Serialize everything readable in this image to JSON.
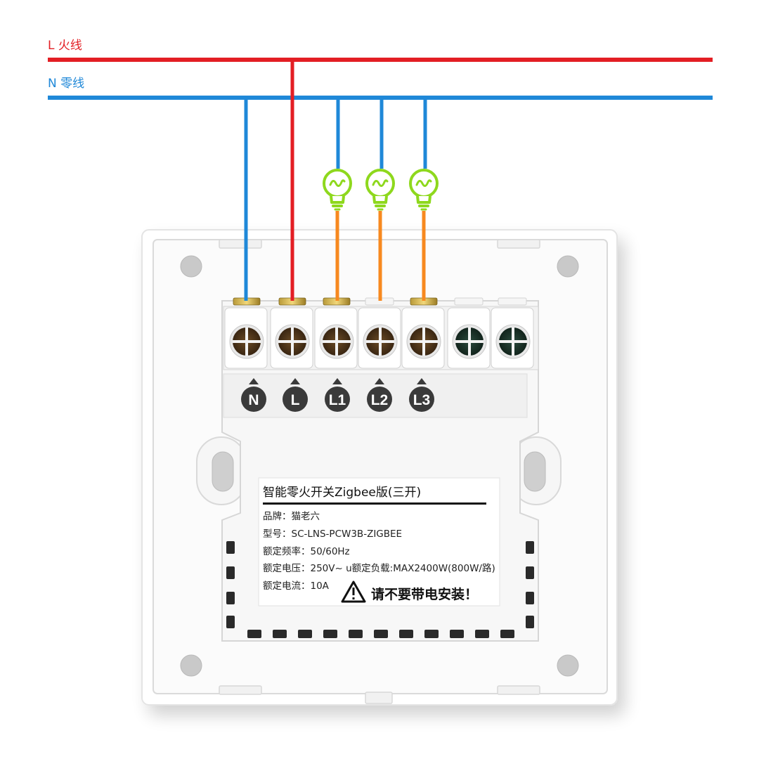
{
  "wires": {
    "live": {
      "label": "L 火线",
      "color": "#e31e24"
    },
    "neutral": {
      "label": "N 零线",
      "color": "#1f88d8"
    },
    "load_color": "#f7891f"
  },
  "bulbs": [
    {
      "id": "bulb-1",
      "color": "#8ed81d"
    },
    {
      "id": "bulb-2",
      "color": "#8ed81d"
    },
    {
      "id": "bulb-3",
      "color": "#8ed81d"
    }
  ],
  "terminals": [
    "N",
    "L",
    "L1",
    "L2",
    "L3"
  ],
  "label": {
    "title": "智能零火开关Zigbee版(三开)",
    "brand": "品牌：猫老六",
    "model": "型号：SC-LNS-PCW3B-ZIGBEE",
    "frequency": "额定频率：50/60Hz",
    "voltage_load": "额定电压：250V~ u额定负载:MAX2400W(800W/路)",
    "current": "额定电流：10A",
    "warning": "请不要带电安装！"
  },
  "colors": {
    "terminal_badge": "#3a3a3a",
    "screw_brown": "#5a3e1e",
    "screw_green": "#1f3a30"
  }
}
